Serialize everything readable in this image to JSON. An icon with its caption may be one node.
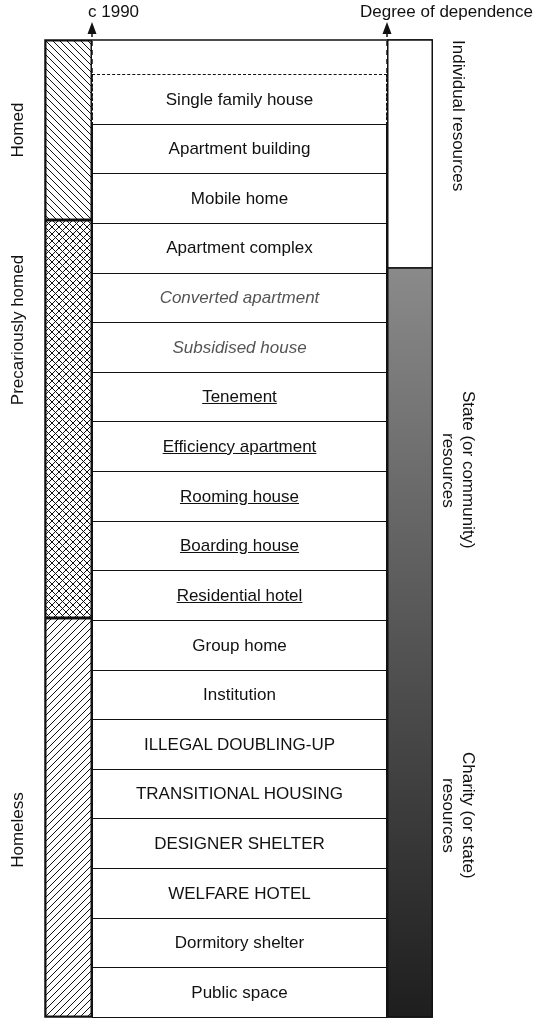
{
  "diagram": {
    "nodes": [
      {
        "text": [
          "Homed"
        ]
      },
      {
        "text": [
          "Precariously homed"
        ]
      },
      {
        "text": [
          "Homeless"
        ]
      },
      {
        "text": [
          "Single family house"
        ]
      },
      {
        "text": [
          "Apartment building"
        ]
      },
      {
        "text": [
          "Mobile home"
        ]
      },
      {
        "text": [
          "Apartment complex"
        ]
      },
      {
        "text": [
          "Converted apartment"
        ]
      },
      {
        "text": [
          "Subsidised house"
        ]
      },
      {
        "text": [
          "Tenement"
        ]
      },
      {
        "text": [
          "Efficiency apartment"
        ]
      },
      {
        "text": [
          "Rooming house"
        ]
      },
      {
        "text": [
          "Boarding house"
        ]
      },
      {
        "text": [
          "Residential hotel"
        ]
      },
      {
        "text": [
          "Group home"
        ]
      },
      {
        "text": [
          "Institution"
        ]
      },
      {
        "text": [
          "ILLEGAL DOUBLING-UP"
        ]
      },
      {
        "text": [
          "TRANSITIONAL HOUSING"
        ]
      },
      {
        "text": [
          "DESIGNER SHELTER"
        ]
      },
      {
        "text": [
          "WELFARE HOTEL"
        ]
      },
      {
        "text": [
          "Dormitory shelter"
        ]
      },
      {
        "text": [
          "Public space"
        ]
      }
    ],
    "labels": [
      "c 1990",
      "Degree of dependence",
      "Individual resources",
      "State (or community) resources",
      "Charity (or state) resources"
    ]
  }
}
